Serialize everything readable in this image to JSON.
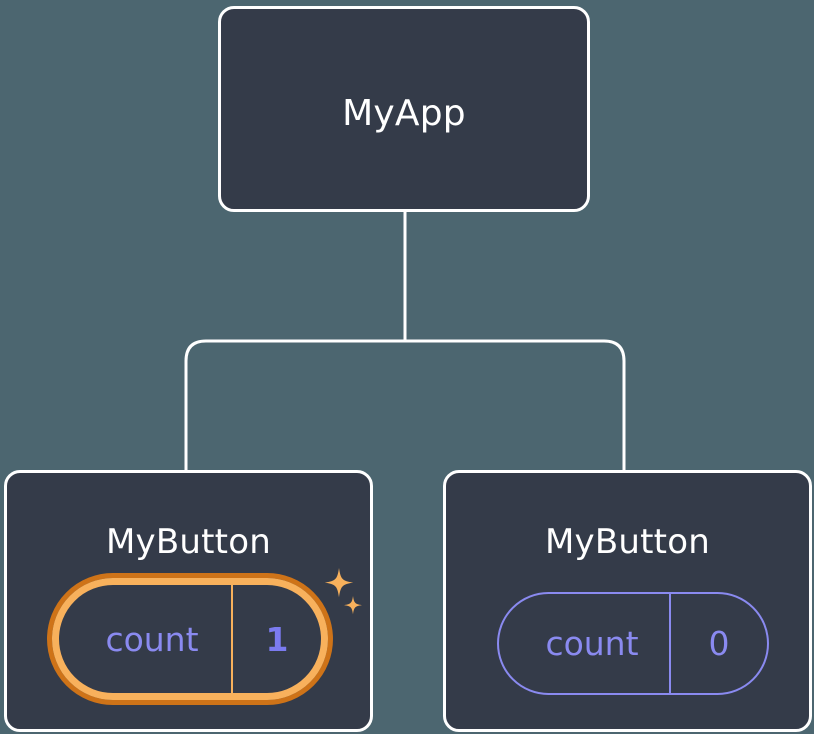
{
  "diagram": {
    "type": "component-tree",
    "background_color": "#4c6670",
    "node_fill_color": "#343b49",
    "node_border_color": "#ffffff",
    "connector_color": "#ffffff",
    "highlight_outer_color": "#ce7318",
    "highlight_inner_color": "#f8b15c",
    "state_text_color": "#8a8af0",
    "state_value_highlight_color": "#7b7bf0",
    "sparkle_color": "#f8b15c"
  },
  "root": {
    "label": "MyApp"
  },
  "children": [
    {
      "label": "MyButton",
      "state": {
        "key": "count",
        "value": "1"
      },
      "highlighted": true
    },
    {
      "label": "MyButton",
      "state": {
        "key": "count",
        "value": "0"
      },
      "highlighted": false
    }
  ],
  "icons": {
    "sparkle_large": "sparkle-icon",
    "sparkle_small": "sparkle-icon"
  }
}
